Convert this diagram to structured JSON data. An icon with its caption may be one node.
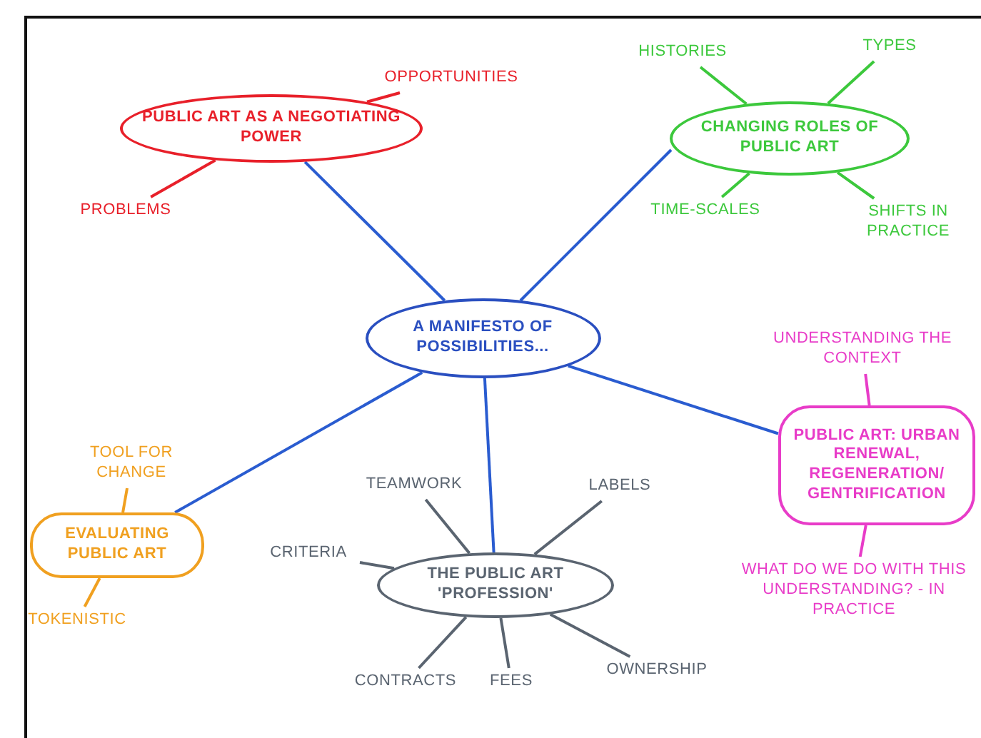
{
  "diagram": {
    "nodes": [
      {
        "text": [
          "A MANIFESTO OF POSSIBILITIES..."
        ]
      },
      {
        "text": [
          "PUBLIC ART AS A NEGOTIATING POWER"
        ]
      },
      {
        "text": [
          "OPPORTUNITIES"
        ]
      },
      {
        "text": [
          "PROBLEMS"
        ]
      },
      {
        "text": [
          "CHANGING ROLES OF PUBLIC ART"
        ]
      },
      {
        "text": [
          "HISTORIES"
        ]
      },
      {
        "text": [
          "TYPES"
        ]
      },
      {
        "text": [
          "TIME-SCALES"
        ]
      },
      {
        "text": [
          "SHIFTS IN PRACTICE"
        ]
      },
      {
        "text": [
          "EVALUATING PUBLIC ART"
        ]
      },
      {
        "text": [
          "TOOL FOR CHANGE"
        ]
      },
      {
        "text": [
          "TOKENISTIC"
        ]
      },
      {
        "text": [
          "THE PUBLIC ART 'PROFESSION'"
        ]
      },
      {
        "text": [
          "TEAMWORK"
        ]
      },
      {
        "text": [
          "LABELS"
        ]
      },
      {
        "text": [
          "CRITERIA"
        ]
      },
      {
        "text": [
          "CONTRACTS"
        ]
      },
      {
        "text": [
          "FEES"
        ]
      },
      {
        "text": [
          "OWNERSHIP"
        ]
      },
      {
        "text": [
          "PUBLIC ART: URBAN RENEWAL, REGENERATION/ GENTRIFICATION"
        ]
      },
      {
        "text": [
          "UNDERSTANDING THE CONTEXT"
        ]
      },
      {
        "text": [
          "WHAT DO WE DO WITH THIS UNDERSTANDING? - IN PRACTICE"
        ]
      }
    ],
    "edges": [
      {
        "from": 0,
        "to": 1,
        "arrow": "none",
        "color": "#2a5cd0"
      },
      {
        "from": 0,
        "to": 4,
        "arrow": "none",
        "color": "#2a5cd0"
      },
      {
        "from": 0,
        "to": 9,
        "arrow": "none",
        "color": "#2a5cd0"
      },
      {
        "from": 0,
        "to": 12,
        "arrow": "none",
        "color": "#2a5cd0"
      },
      {
        "from": 0,
        "to": 19,
        "arrow": "none",
        "color": "#2a5cd0"
      },
      {
        "from": 1,
        "to": 2,
        "arrow": "none",
        "color": "#e8202a"
      },
      {
        "from": 1,
        "to": 3,
        "arrow": "none",
        "color": "#e8202a"
      },
      {
        "from": 4,
        "to": 5,
        "arrow": "none",
        "color": "#3cc83c"
      },
      {
        "from": 4,
        "to": 6,
        "arrow": "none",
        "color": "#3cc83c"
      },
      {
        "from": 4,
        "to": 7,
        "arrow": "none",
        "color": "#3cc83c"
      },
      {
        "from": 4,
        "to": 8,
        "arrow": "none",
        "color": "#3cc83c"
      },
      {
        "from": 9,
        "to": 10,
        "arrow": "none",
        "color": "#f0a020"
      },
      {
        "from": 9,
        "to": 11,
        "arrow": "none",
        "color": "#f0a020"
      },
      {
        "from": 12,
        "to": 13,
        "arrow": "none",
        "color": "#5a6470"
      },
      {
        "from": 12,
        "to": 14,
        "arrow": "none",
        "color": "#5a6470"
      },
      {
        "from": 12,
        "to": 15,
        "arrow": "none",
        "color": "#5a6470"
      },
      {
        "from": 12,
        "to": 16,
        "arrow": "none",
        "color": "#5a6470"
      },
      {
        "from": 12,
        "to": 17,
        "arrow": "none",
        "color": "#5a6470"
      },
      {
        "from": 12,
        "to": 18,
        "arrow": "none",
        "color": "#5a6470"
      },
      {
        "from": 19,
        "to": 20,
        "arrow": "none",
        "color": "#e83cc8"
      },
      {
        "from": 19,
        "to": 21,
        "arrow": "none",
        "color": "#e83cc8"
      }
    ]
  }
}
